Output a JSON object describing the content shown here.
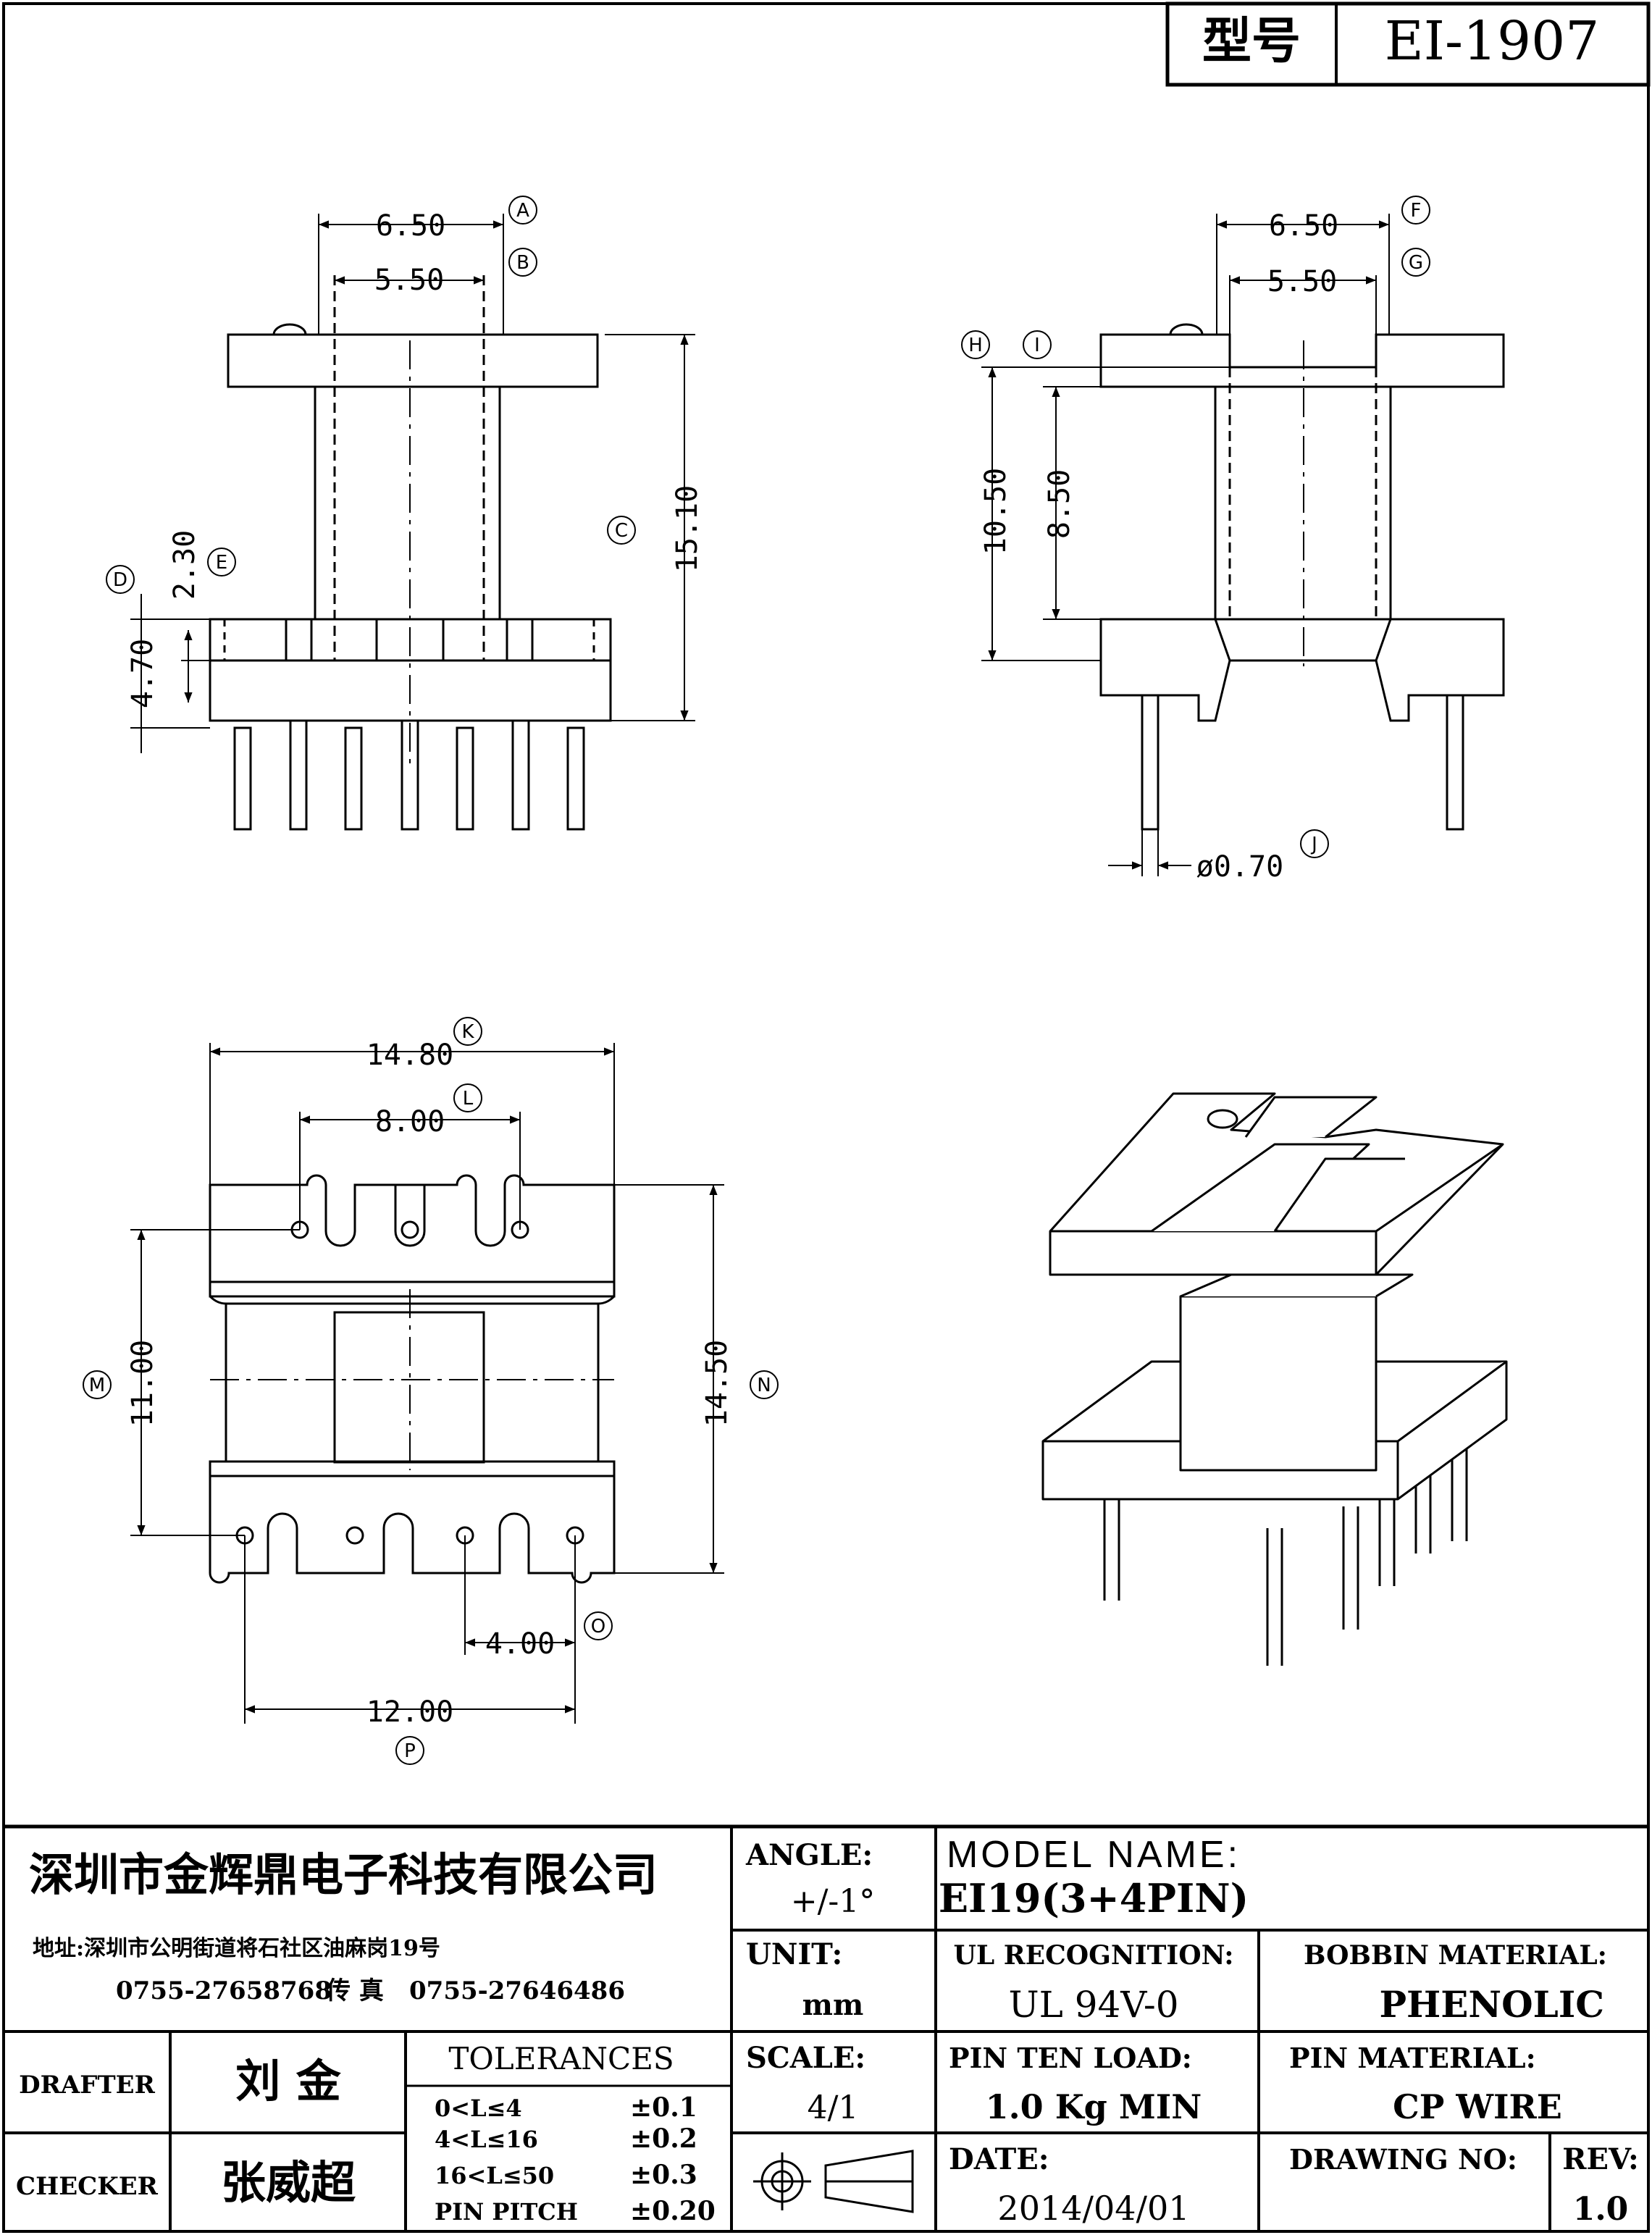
{
  "header": {
    "model_label": "型号",
    "model_value": "EI-1907"
  },
  "dims": {
    "A": {
      "value": "6.50",
      "letter": "A"
    },
    "B": {
      "value": "5.50",
      "letter": "B"
    },
    "C": {
      "value": "15.10",
      "letter": "C"
    },
    "D": {
      "value": "4.70",
      "letter": "D"
    },
    "E": {
      "value": "2.30",
      "letter": "E"
    },
    "F": {
      "value": "6.50",
      "letter": "F"
    },
    "G": {
      "value": "5.50",
      "letter": "G"
    },
    "H": {
      "value": "10.50",
      "letter": "H"
    },
    "I": {
      "value": "8.50",
      "letter": "I"
    },
    "J": {
      "value": "ø0.70",
      "letter": "J"
    },
    "K": {
      "value": "14.80",
      "letter": "K"
    },
    "L": {
      "value": "8.00",
      "letter": "L"
    },
    "M": {
      "value": "11.00",
      "letter": "M"
    },
    "N": {
      "value": "14.50",
      "letter": "N"
    },
    "O": {
      "value": "4.00",
      "letter": "O"
    },
    "P": {
      "value": "12.00",
      "letter": "P"
    }
  },
  "title_block": {
    "company": "深圳市金辉鼎电子科技有限公司",
    "address": "地址:深圳市公明街道将石社区油麻岗19号",
    "phone": "0755-27658768",
    "fax_label": "传 真",
    "fax": "0755-27646486",
    "angle_label": "ANGLE:",
    "angle_value": "+/-1°",
    "model_name_label": "MODEL NAME:",
    "model_name_value": "EI19(3+4PIN)",
    "unit_label": "UNIT:",
    "unit_value": "mm",
    "ul_label": "UL RECOGNITION:",
    "ul_value": "UL 94V-0",
    "bobbin_label": "BOBBIN MATERIAL:",
    "bobbin_value": "PHENOLIC",
    "drafter_label": "DRAFTER",
    "drafter_value": "刘 金",
    "checker_label": "CHECKER",
    "checker_value": "张威超",
    "tolerances_label": "TOLERANCES",
    "tolerances": [
      {
        "range": "0<L≤4",
        "value": "±0.1"
      },
      {
        "range": "4<L≤16",
        "value": "±0.2"
      },
      {
        "range": "16<L≤50",
        "value": "±0.3"
      },
      {
        "range": "PIN PITCH",
        "value": "±0.20"
      }
    ],
    "scale_label": "SCALE:",
    "scale_value": "4/1",
    "pin_load_label": "PIN TEN LOAD:",
    "pin_load_value": "1.0 Kg MIN",
    "pin_material_label": "PIN MATERIAL:",
    "pin_material_value": "CP WIRE",
    "date_label": "DATE:",
    "date_value": "2014/04/01",
    "drawing_no_label": "DRAWING NO:",
    "drawing_no_value": "",
    "rev_label": "REV:",
    "rev_value": "1.0"
  }
}
